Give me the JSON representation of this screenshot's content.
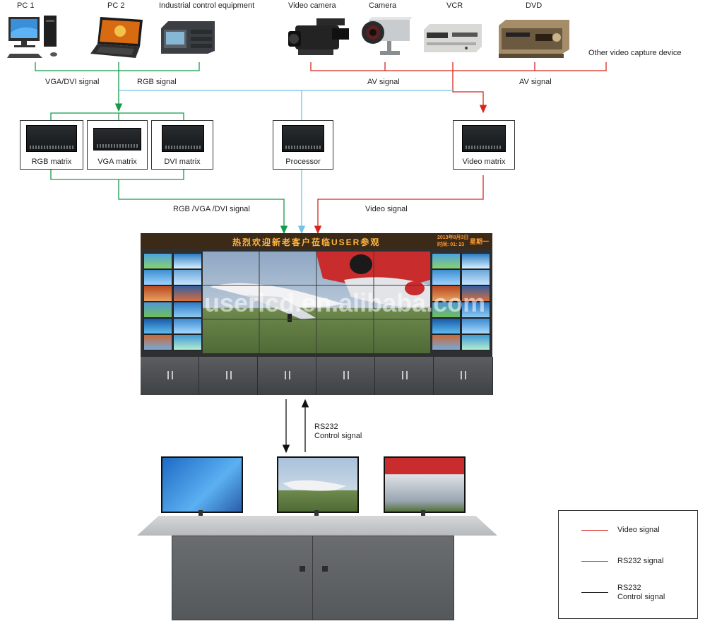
{
  "sources": {
    "pc1": "PC 1",
    "pc2": "PC 2",
    "industrial": "Industrial control equipment",
    "video_camera": "Video camera",
    "camera": "Camera",
    "vcr": "VCR",
    "dvd": "DVD",
    "other": "Other video capture device"
  },
  "signals": {
    "vga_dvi": "VGA/DVI signal",
    "rgb": "RGB signal",
    "av_left": "AV signal",
    "av_right": "AV signal",
    "rgb_vga_dvi": "RGB /VGA /DVI signal",
    "video": "Video signal",
    "rs232_line1": "RS232",
    "rs232_line2": "Control signal"
  },
  "boxes": {
    "rgb_matrix": "RGB matrix",
    "vga_matrix": "VGA matrix",
    "dvi_matrix": "DVI matrix",
    "processor": "Processor",
    "video_matrix": "Video matrix"
  },
  "videowall": {
    "ticker": "热烈欢迎新老客户莅临USER参观",
    "clock_date": "2013年8月3日",
    "clock_time": "时间: 01: 23",
    "weekday": "星期一",
    "watermark": "userlcd.en.alibaba.com"
  },
  "legend": {
    "video": "Video signal",
    "rs232": "RS232 signal",
    "control_line1": "RS232",
    "control_line2": "Control signal"
  },
  "colors": {
    "video_signal": "#d7261e",
    "rs232_signal": "#139a4a",
    "processor_line": "#74c2e6",
    "control_signal": "#111111"
  }
}
